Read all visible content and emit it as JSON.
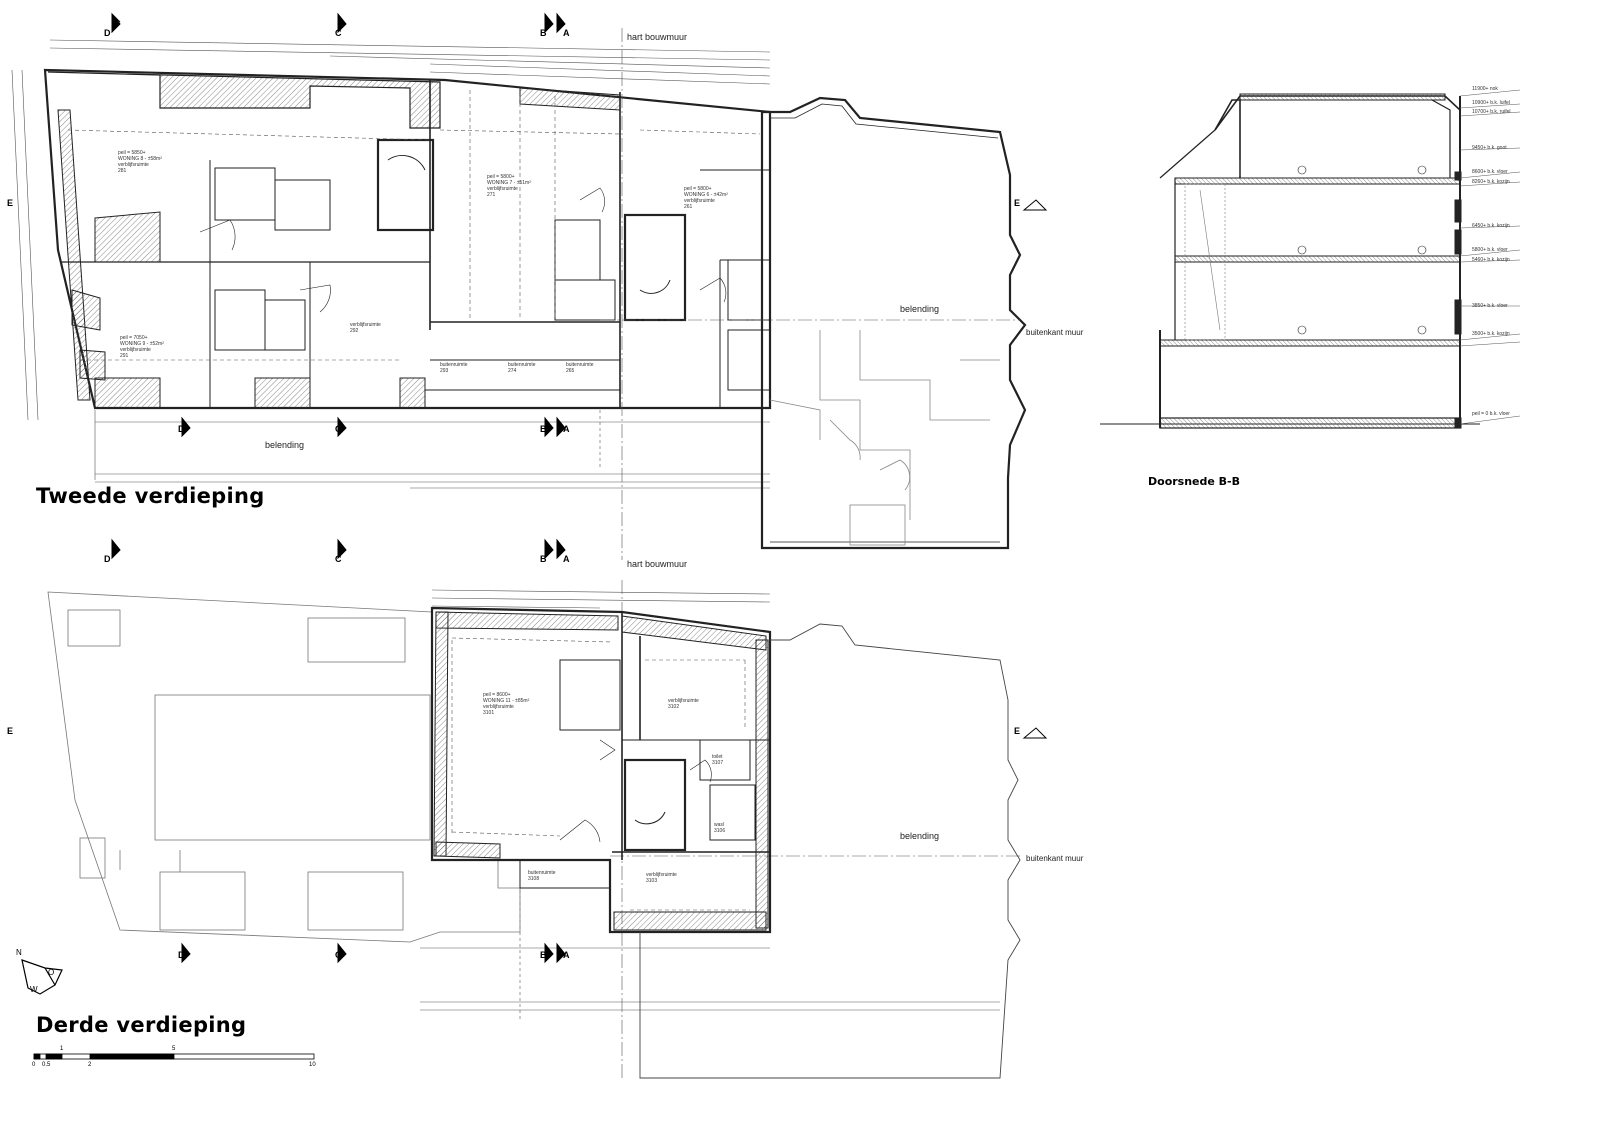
{
  "titles": {
    "second_floor": "Tweede verdieping",
    "third_floor": "Derde verdieping",
    "section": "Doorsnede B-B"
  },
  "labels": {
    "hart_bouwmuur": "hart bouwmuur",
    "buitenkant_muur": "buitenkant muur",
    "belending": "belending"
  },
  "section_markers": [
    "D",
    "C",
    "B",
    "A",
    "E"
  ],
  "units_second_floor": [
    {
      "peil": "peil = 5850+",
      "name": "WONING 8 - ±58m²",
      "room": "verblijfsruimte",
      "num": "281"
    },
    {
      "peil": "peil = 7050+",
      "name": "WONING 9 - ±52m²",
      "room": "verblijfsruimte",
      "num": "291"
    },
    {
      "peil": "peil = 5800+",
      "name": "WONING 7 - ±51m²",
      "room": "verblijfsruimte",
      "num": "271"
    },
    {
      "peil": "peil = 5800+",
      "name": "WONING 6 - ±42m²",
      "room": "verblijfsruimte",
      "num": "261"
    }
  ],
  "room_labels_second_floor": [
    {
      "room": "verblijfsruimte",
      "num": "292"
    },
    {
      "room": "buitenruimte",
      "num": "293"
    },
    {
      "room": "buitenruimte",
      "num": "274"
    },
    {
      "room": "buitenruimte",
      "num": "265"
    }
  ],
  "units_third_floor": [
    {
      "peil": "peil = 8600+",
      "name": "WONING 11 - ±85m²",
      "room": "verblijfsruimte",
      "num": "3101"
    }
  ],
  "room_labels_third_floor": [
    {
      "room": "verblijfsruimte",
      "num": "3102"
    },
    {
      "room": "verblijfsruimte",
      "num": "3103"
    },
    {
      "room": "buitenruimte",
      "num": "3108"
    },
    {
      "room": "wasl",
      "num": "3106"
    },
    {
      "room": "toilet",
      "num": "3107"
    }
  ],
  "section_levels": [
    "11900+ nok",
    "10900+ b.k. luifel",
    "10700+ b.k. ruifel",
    "9450+ b.k. goot",
    "8600+ b.k. vloer",
    "8260+ b.k. kozijn",
    "6450+ b.k. kozijn",
    "5800+ b.k. vloer",
    "5460+ b.k. kozijn",
    "3850+ b.k. vloer",
    "3500+ b.k. kozijn",
    "peil = 0 b.k. vloer"
  ],
  "scale_bar": [
    "0",
    "0.5",
    "1",
    "2",
    "5",
    "10"
  ],
  "north_arrow": {
    "letters": [
      "N",
      "W",
      "O"
    ]
  }
}
